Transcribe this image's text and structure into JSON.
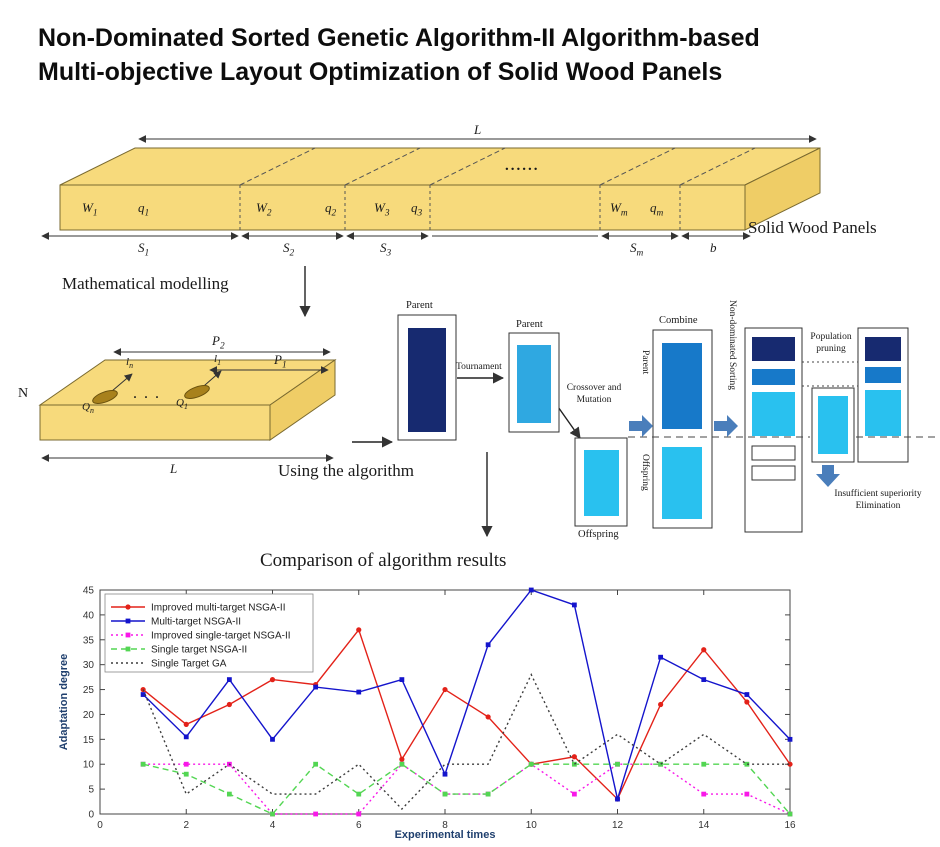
{
  "title": {
    "line1": "Non-Dominated Sorted Genetic Algorithm-II Algorithm-based",
    "line2": "Multi-objective Layout Optimization of Solid Wood Panels"
  },
  "wood_panel": {
    "caption": "Solid Wood Panels",
    "dots": "......",
    "labels": {
      "len": "L",
      "w1": {
        "b": "W",
        "s": "1"
      },
      "q1": {
        "b": "q",
        "s": "1"
      },
      "w2": {
        "b": "W",
        "s": "2"
      },
      "q2": {
        "b": "q",
        "s": "2"
      },
      "w3": {
        "b": "W",
        "s": "3"
      },
      "q3": {
        "b": "q",
        "s": "3"
      },
      "wm": {
        "b": "W",
        "s": "m"
      },
      "qm": {
        "b": "q",
        "s": "m"
      },
      "s1": {
        "b": "S",
        "s": "1"
      },
      "s2": {
        "b": "S",
        "s": "2"
      },
      "s3": {
        "b": "S",
        "s": "3"
      },
      "sm": {
        "b": "S",
        "s": "m"
      },
      "b": "b"
    }
  },
  "modelling": {
    "label": "Mathematical modelling",
    "labels": {
      "p2": {
        "b": "P",
        "s": "2"
      },
      "p1": {
        "b": "P",
        "s": "1"
      },
      "n": "N",
      "len": "L",
      "qn": {
        "b": "Q",
        "s": "n"
      },
      "q1": {
        "b": "Q",
        "s": "1"
      },
      "ln": {
        "b": "l",
        "s": "n"
      },
      "l1": {
        "b": "l",
        "s": "1"
      },
      "dots": "· · ·"
    }
  },
  "algorithm_label": "Using the algorithm",
  "flowchart": {
    "parent1": "Parent",
    "tournament": "Tournament",
    "parent2": "Parent",
    "crossover": "Crossover and Mutation",
    "offspring": "Offspring",
    "combine": "Combine",
    "combine_parent": "Parent",
    "combine_offspring": "Offspring",
    "nds": "Non-dominated Sorting",
    "pruning": "Population pruning",
    "elimination_1": "Insufficient superiority",
    "elimination_2": "Elimination"
  },
  "comparison_title": "Comparison of algorithm results",
  "colors": {
    "wood": "#f7da7c",
    "navy_block": "#172a70",
    "blue_block": "#1779c9",
    "cyan_block": "#29c1ef",
    "fat_arrow": "#4a7ebb"
  },
  "chart_data": {
    "type": "line",
    "title": "Comparison of algorithm results",
    "xlabel": "Experimental times",
    "ylabel": "Adaptation degree",
    "xlim": [
      0,
      16
    ],
    "ylim": [
      0,
      45
    ],
    "xticks": [
      0,
      2,
      4,
      6,
      8,
      10,
      12,
      14,
      16
    ],
    "yticks": [
      0,
      5,
      10,
      15,
      20,
      25,
      30,
      35,
      40,
      45
    ],
    "grid": false,
    "legend_position": "top-left",
    "x": [
      1,
      2,
      3,
      4,
      5,
      6,
      7,
      8,
      9,
      10,
      11,
      12,
      13,
      14,
      15,
      16
    ],
    "series": [
      {
        "name": "Improved multi-target NSGA-II",
        "color": "#e32219",
        "dash": "solid",
        "marker": "circle",
        "values": [
          25,
          18,
          22,
          27,
          26,
          37,
          11,
          25,
          19.5,
          10,
          11.5,
          3,
          22,
          33,
          22.5,
          10
        ]
      },
      {
        "name": "Multi-target NSGA-II",
        "color": "#1414cc",
        "dash": "solid",
        "marker": "square",
        "values": [
          24,
          15.5,
          27,
          15,
          25.5,
          24.5,
          27,
          8,
          34,
          45,
          42,
          3,
          31.5,
          27,
          24,
          15
        ]
      },
      {
        "name": "Improved single-target NSGA-II",
        "color": "#f818e8",
        "dash": "dotted",
        "marker": "square",
        "values": [
          10,
          10,
          10,
          0,
          0,
          0,
          10,
          4,
          4,
          10,
          4,
          10,
          10,
          4,
          4,
          0
        ]
      },
      {
        "name": "Single target NSGA-II",
        "color": "#53d653",
        "dash": "dashed",
        "marker": "square",
        "values": [
          10,
          8,
          4,
          0,
          10,
          4,
          10,
          4,
          4,
          10,
          10,
          10,
          10,
          10,
          10,
          0
        ]
      },
      {
        "name": "Single Target GA",
        "color": "#3c3c3c",
        "dash": "dotted",
        "marker": "none",
        "values": [
          25,
          4,
          10,
          4,
          4,
          10,
          1,
          10,
          10,
          28,
          10,
          16,
          10,
          16,
          10,
          10
        ]
      }
    ]
  }
}
